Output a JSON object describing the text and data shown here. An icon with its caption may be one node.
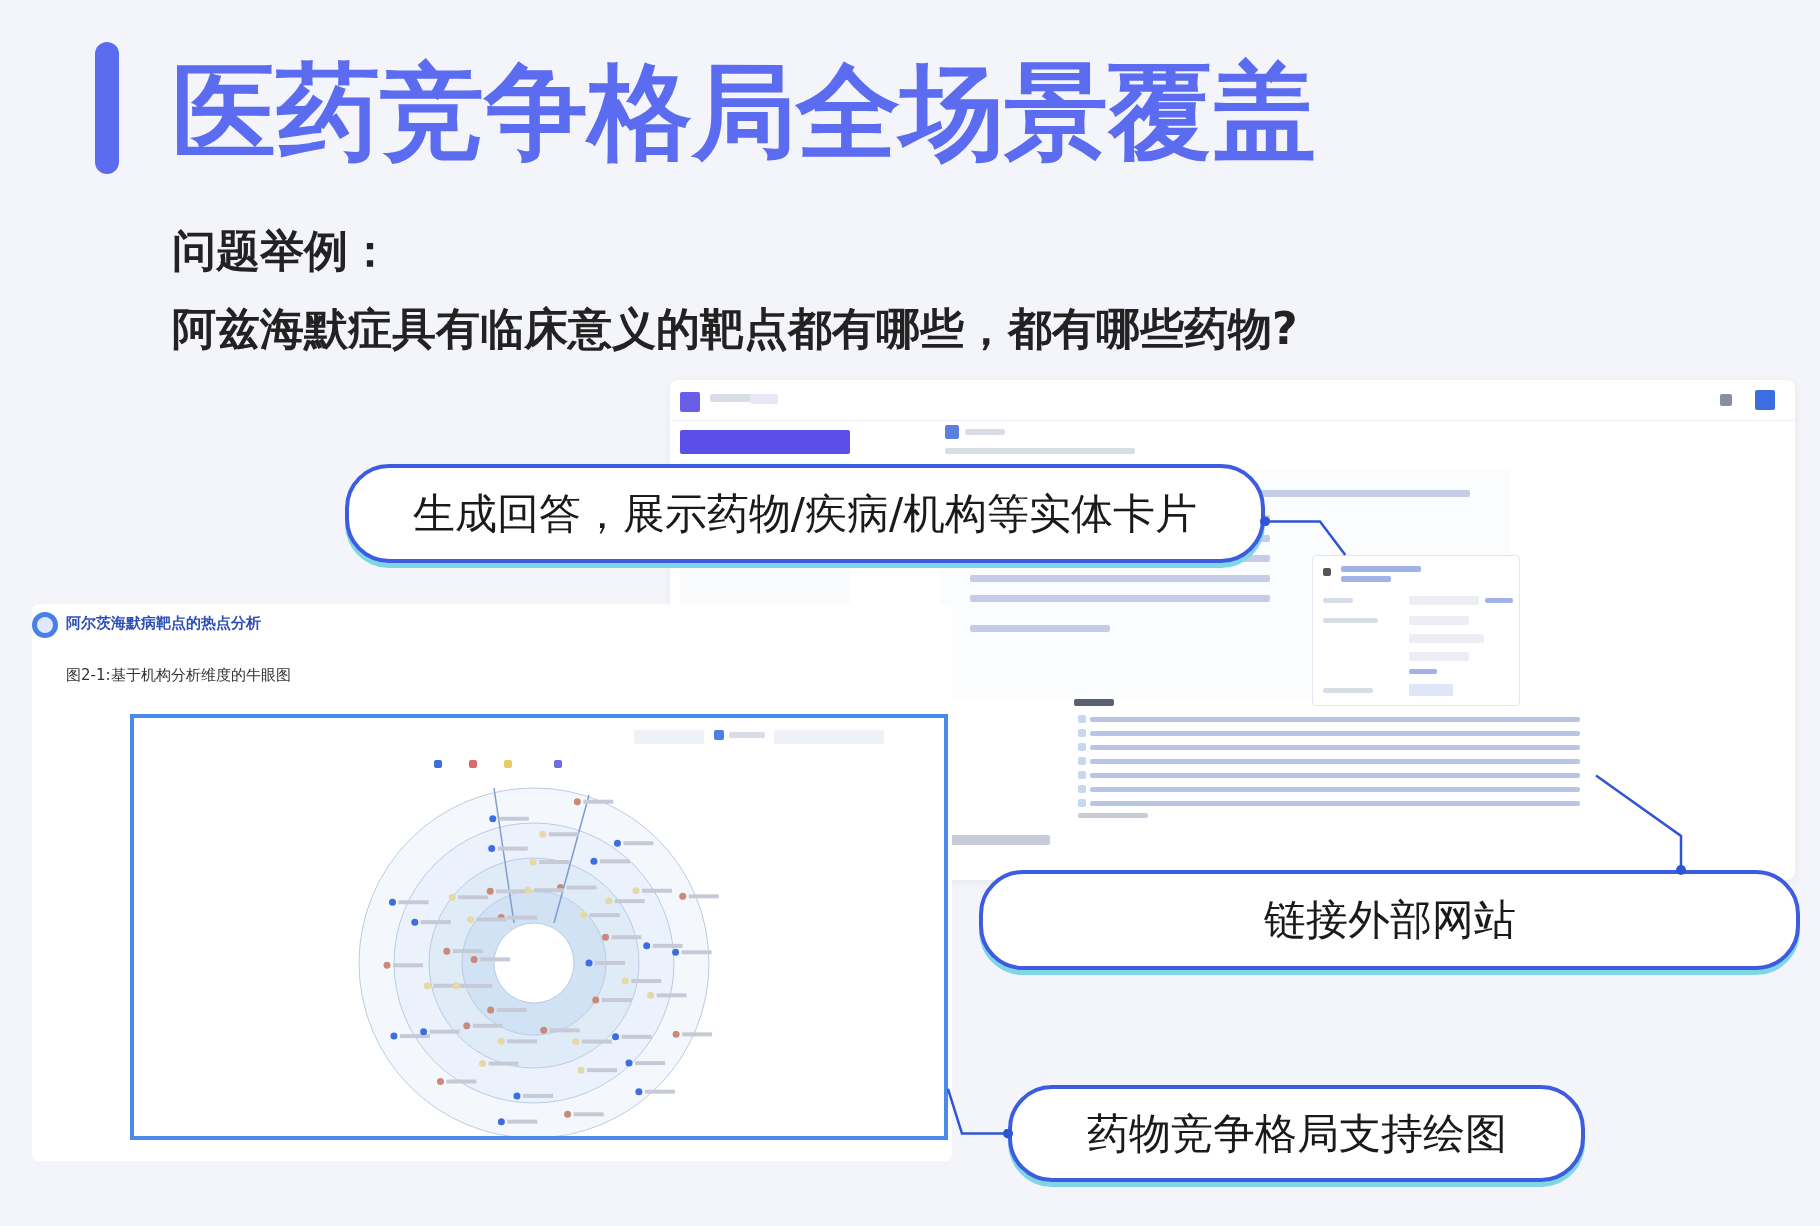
{
  "diagram": {
    "title": "医药竞争格局全场景覆盖",
    "nodes": [
      {
        "text": [],
        "shape": "picture"
      },
      {
        "text": [],
        "shape": "picture",
        "in": 0
      },
      {
        "text": [],
        "shape": "picture",
        "in": 0
      },
      {
        "text": [
          "阿尔茨海默病靶点的热点分析",
          "图2-1:基于机构分析维度的牛眼图"
        ]
      },
      {
        "text": [],
        "shape": "picture",
        "in": 3
      },
      {
        "text": [
          "生成回答，展示药物/疾病/机构等实体卡片"
        ]
      },
      {
        "text": [
          "链接外部网站"
        ]
      },
      {
        "text": [
          "药物竞争格局支持绘图"
        ]
      }
    ],
    "edges": [
      {
        "from": 5,
        "to": 1,
        "arrow": "other"
      },
      {
        "from": 6,
        "to": 2,
        "arrow": "other"
      },
      {
        "from": 7,
        "to": 4,
        "arrow": "other"
      }
    ],
    "labels": [
      "问题举例：",
      "阿兹海默症具有临床意义的靶点都有哪些，都有哪些药物?"
    ]
  }
}
